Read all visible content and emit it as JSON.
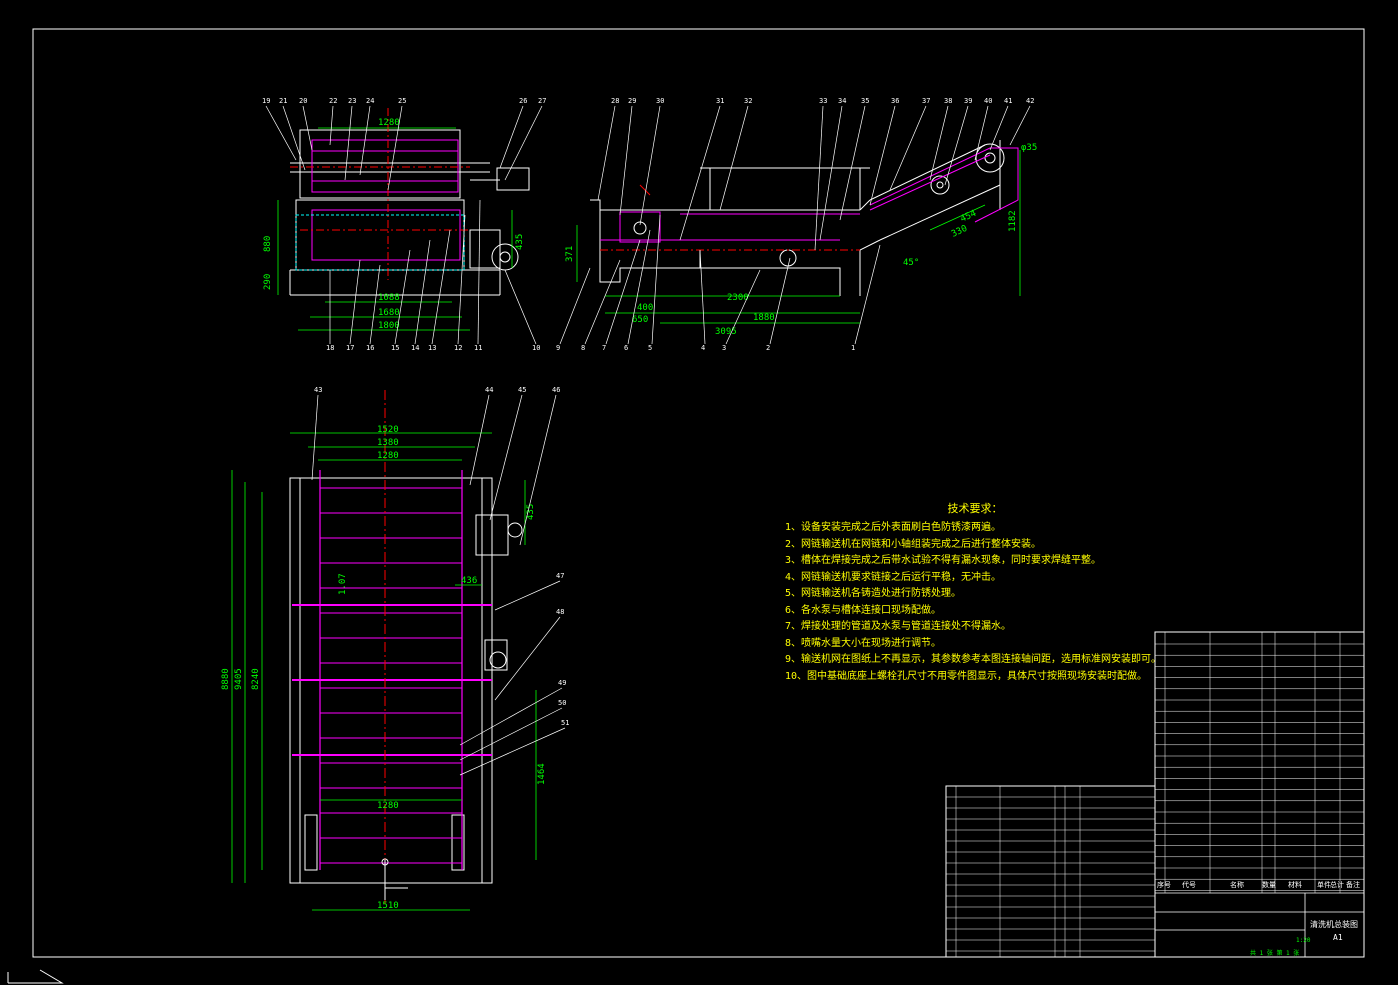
{
  "colors": {
    "background": "#000000",
    "frame": "#ffffff",
    "dimension": "#00ff00",
    "leader": "#ffffff",
    "centerline": "#ff0000",
    "notes": "#ffff00",
    "magenta": "#ff00ff",
    "cyan": "#00ffff"
  },
  "front_view": {
    "callouts_top": [
      "19",
      "21",
      "20",
      "22",
      "23",
      "24",
      "25",
      "26",
      "27"
    ],
    "callouts_bottom": [
      "18",
      "17",
      "16",
      "15",
      "14",
      "13",
      "12",
      "11",
      "10"
    ],
    "dims": {
      "top_width": "1280",
      "h_left": "880",
      "h_small": "290",
      "w_inner": "1088",
      "w_mid": "1680",
      "w_bottom": "1800",
      "h_right": "435"
    }
  },
  "side_view": {
    "callouts_top": [
      "28",
      "29",
      "30",
      "31",
      "32",
      "33",
      "34",
      "35",
      "36",
      "37",
      "38",
      "39",
      "40",
      "41",
      "42"
    ],
    "callouts_bottom": [
      "9",
      "8",
      "7",
      "6",
      "5",
      "4",
      "3",
      "2",
      "1"
    ],
    "dims": {
      "d1": "2300",
      "d2": "3095",
      "d3": "1880",
      "d4": "400",
      "d5": "650",
      "d6": "1182",
      "d7": "454",
      "d8": "330",
      "d9": "371",
      "d10": "45°",
      "d11": "φ35"
    }
  },
  "plan_view": {
    "callouts": [
      "43",
      "44",
      "45",
      "46",
      "47",
      "48",
      "49",
      "50",
      "51"
    ],
    "dims": {
      "w1": "1520",
      "w2": "1380",
      "w3": "1280",
      "h1": "8880",
      "h2": "9405",
      "h3": "8240",
      "d_small": "436",
      "d_right": "435",
      "d_lower": "1464",
      "w_bottom": "1280",
      "w_last": "1510",
      "pitch": "1.07"
    }
  },
  "notes": {
    "title": "技术要求：",
    "items": [
      "1、设备安装完成之后外表面刷白色防锈漆两遍。",
      "2、网链输送机在网链和小轴组装完成之后进行整体安装。",
      "3、槽体在焊接完成之后带水试验不得有漏水现象，同时要求焊缝平整。",
      "4、网链输送机要求链接之后运行平稳，无冲击。",
      "5、网链输送机各铸造处进行防锈处理。",
      "6、各水泵与槽体连接口现场配做。",
      "7、焊接处理的管道及水泵与管道连接处不得漏水。",
      "8、喷嘴水量大小在现场进行调节。",
      "9、输送机网在图纸上不再显示，其参数参考本图连接轴间距，选用标准网安装即可。",
      "10、图中基础底座上螺栓孔尺寸不用零件图显示，具体尺寸按照现场安装时配做。"
    ]
  },
  "title_block": {
    "header_cols": [
      "序号",
      "代号",
      "名称",
      "数量",
      "材料",
      "单件",
      "总计",
      "备注"
    ],
    "drawing_name": "清洗机总装图",
    "sheet_info": "共 1 张  第 1 张",
    "scale": "1:20",
    "stamp": "A1"
  }
}
